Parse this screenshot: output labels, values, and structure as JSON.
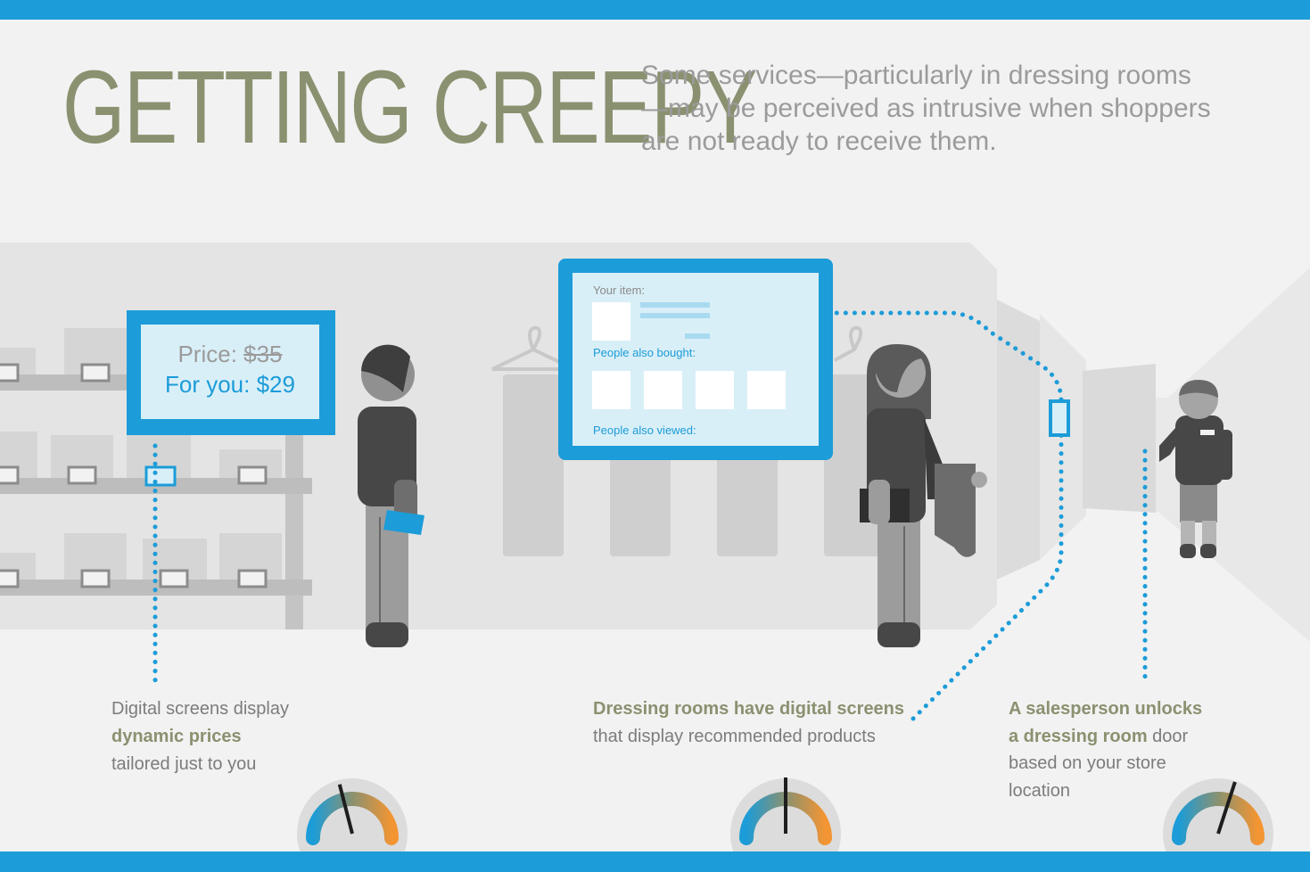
{
  "header": {
    "title": "GETTING CREEPY",
    "subtitle": "Some services—particularly in dressing rooms—may be perceived as intrusive when shoppers are not ready to receive them."
  },
  "price_sign": {
    "price_label": "Price: ",
    "old_price": "$35",
    "personal_price": "For you: $29"
  },
  "recommendation_screen": {
    "your_item": "Your item:",
    "also_bought": "People also bought:",
    "also_viewed": "People also viewed:"
  },
  "captions": {
    "prices": {
      "line1": "Digital screens display",
      "bold": "dynamic prices",
      "line3": "tailored just to you",
      "gauge_level": 0.42
    },
    "screens": {
      "bold": "Dressing rooms have digital screens",
      "line2": "that display recommended products",
      "gauge_level": 0.5
    },
    "unlock": {
      "bold1": "A salesperson unlocks",
      "bold2": "a dressing room",
      "rest2": " door",
      "line3": "based on your store",
      "line4": "location",
      "gauge_level": 0.6
    }
  },
  "colors": {
    "accent_blue": "#1c9cd8",
    "olive": "#8a9170",
    "gauge_cool": "#1c9cd8",
    "gauge_warm": "#f39533"
  }
}
